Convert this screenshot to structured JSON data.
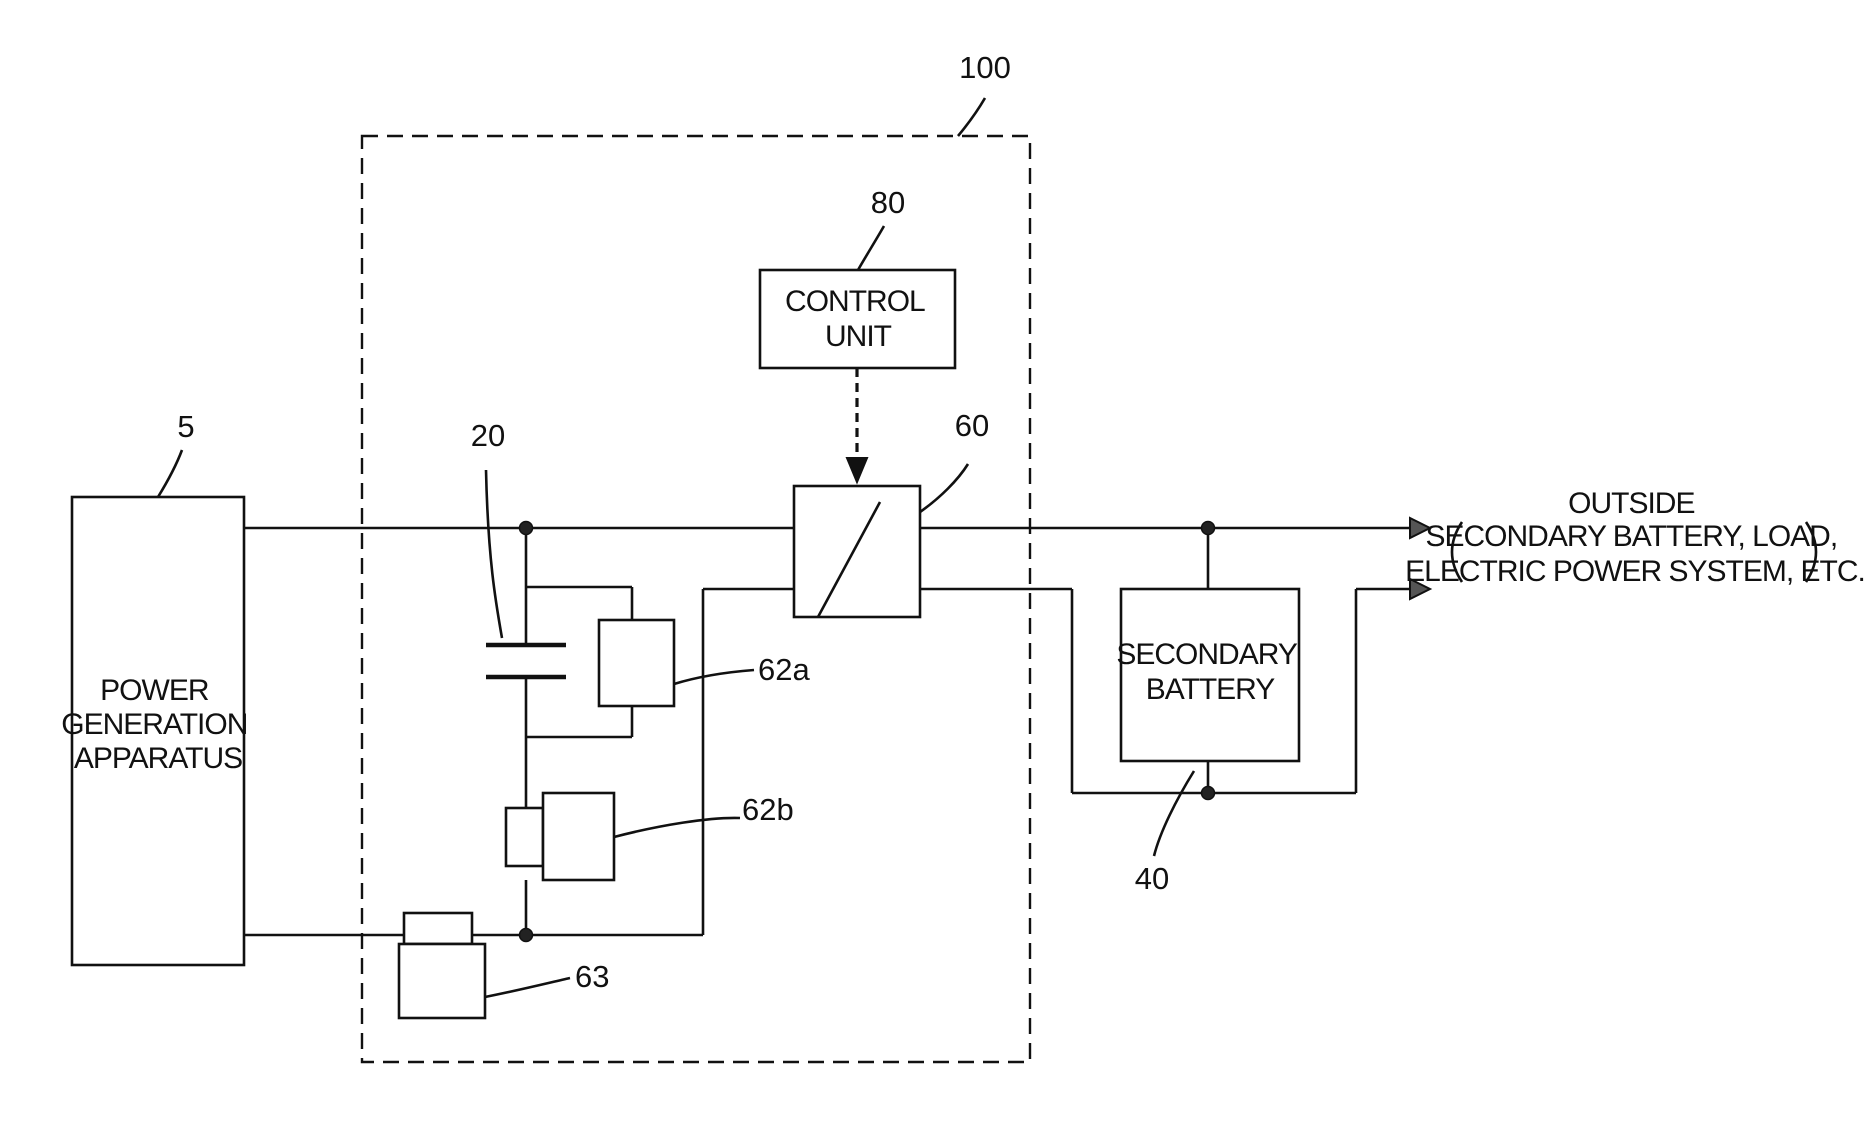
{
  "refs": {
    "unit_100": "100",
    "control_80": "80",
    "converter_60": "60",
    "capacitor_20": "20",
    "generator_5": "5",
    "battery_40": "40",
    "sensor_62a": "62a",
    "sensor_62b": "62b",
    "sensor_63": "63"
  },
  "labels": {
    "control_unit": [
      "CONTROL",
      "UNIT"
    ],
    "power_generation": [
      "POWER",
      "GENERATION",
      "APPARATUS"
    ],
    "secondary_battery": [
      "SECONDARY",
      "BATTERY"
    ],
    "outside": [
      "OUTSIDE",
      "SECONDARY BATTERY, LOAD,",
      "ELECTRIC POWER SYSTEM, ETC."
    ]
  }
}
